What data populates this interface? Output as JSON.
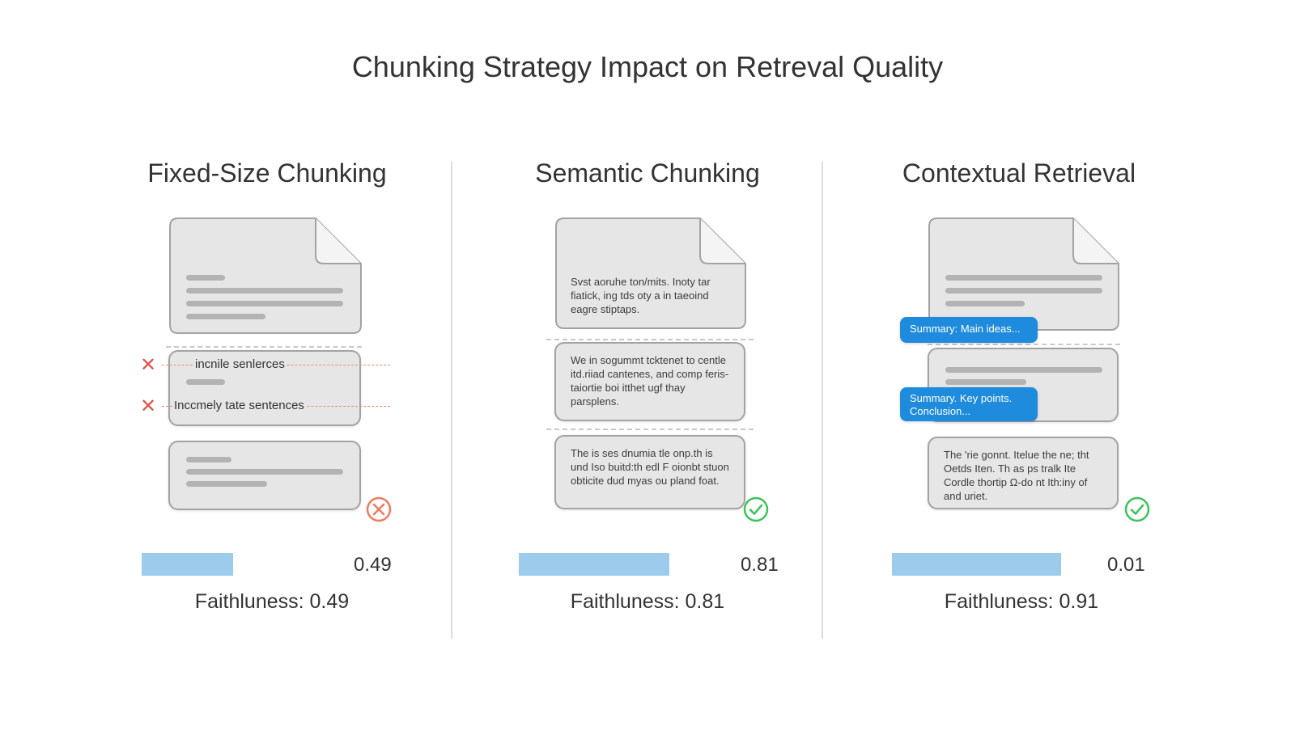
{
  "title": "Chunking Strategy Impact on Retreval Quality",
  "panels": [
    {
      "heading": "Fixed-Size Chunking",
      "errors": [
        "incnile senlerces",
        "Inccmely tate sentences"
      ],
      "status_icon": "circle-x-icon",
      "bar_label": "0.49",
      "bar_fraction": 0.49,
      "faithfulness": "Faithluness: 0.49"
    },
    {
      "heading": "Semantic Chunking",
      "chunks": [
        "Svst aoruhe ton/mits. Inoty tar fiatick, ing tds oty a in taeoind eagre stiptaps.",
        "We in sogummt tcktenet to centle itd.riiad cantenes, and comp feris-taiortie boi itthet ugf thay parsplens.",
        "The is ses dnumia tle onp.th is und Iso buitd:th edl F oionbt stuon obticite dud myas ou pland foat."
      ],
      "status_icon": "check-circle-icon",
      "bar_label": "0.81",
      "bar_fraction": 0.81,
      "faithfulness": "Faithluness: 0.81"
    },
    {
      "heading": "Contextual Retrieval",
      "summaries": [
        "Summary: Main ideas...",
        "Summary. Key points. Conclusion..."
      ],
      "chunk_text": "The 'rie gonnt. Itelue the ne; tht Oetds Iten. Th as ps tralk Ite Cordle thortip Ω-do nt Ith:iny of and uriet.",
      "status_icon": "check-circle-icon",
      "bar_label": "0.01",
      "bar_fraction": 0.91,
      "faithfulness": "Faithluness: 0.91"
    }
  ],
  "colors": {
    "bar": "#9ccbec",
    "summary_tag": "#1f8bdc",
    "success": "#3cc35a",
    "error": "#e0544c",
    "error_icon": "#ef7a5e"
  }
}
